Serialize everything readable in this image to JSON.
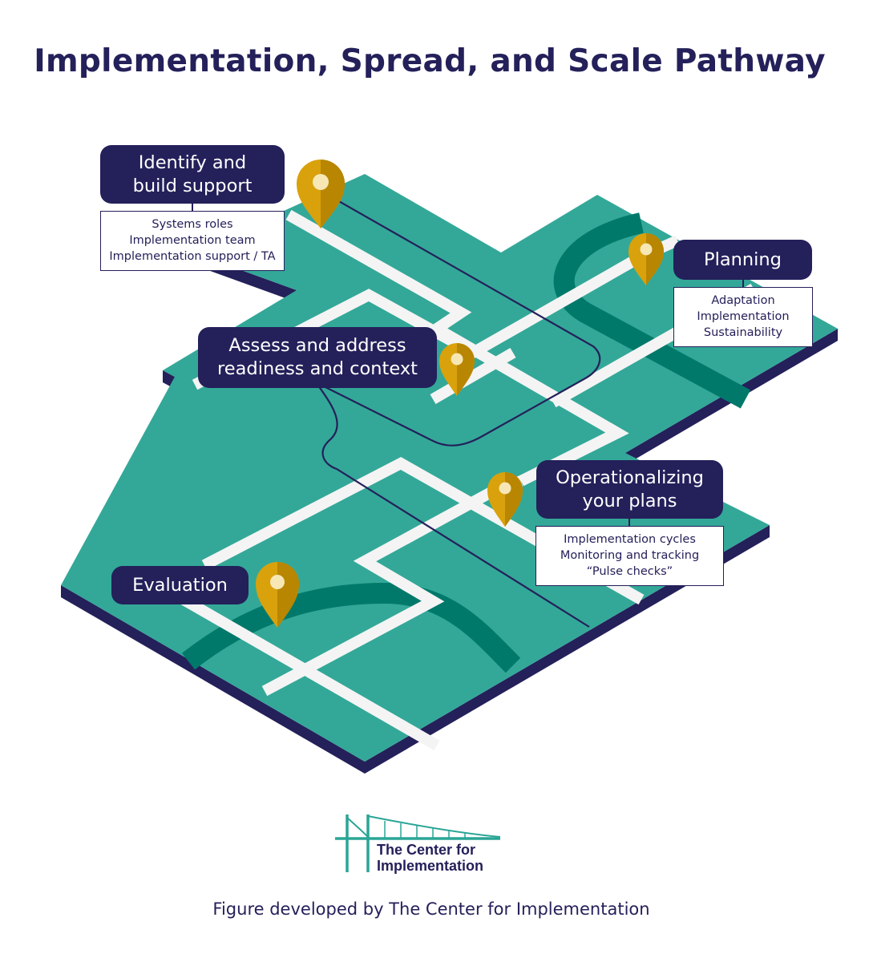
{
  "title": "Implementation, Spread, and Scale Pathway",
  "stages": {
    "identify": {
      "label_lines": [
        "Identify and",
        "build support"
      ],
      "details": [
        "Systems roles",
        "Implementation team",
        "Implementation support / TA"
      ]
    },
    "planning": {
      "label_lines": [
        "Planning"
      ],
      "details": [
        "Adaptation",
        "Implementation",
        "Sustainability"
      ]
    },
    "assess": {
      "label_lines": [
        "Assess and address",
        "readiness and context"
      ]
    },
    "operationalizing": {
      "label_lines": [
        "Operationalizing",
        "your plans"
      ],
      "details": [
        "Implementation cycles",
        "Monitoring and tracking",
        "“Pulse checks”"
      ]
    },
    "evaluation": {
      "label_lines": [
        "Evaluation"
      ]
    }
  },
  "logo": {
    "line1": "The Center for",
    "line2": "Implementation"
  },
  "caption": "Figure developed by The Center for Implementation",
  "colors": {
    "navy": "#24205a",
    "teal": "#33a898",
    "dark_teal": "#00796b",
    "gold": "#d9a10b",
    "road": "#f4f4f4"
  },
  "icons": [
    "map-pin-icon",
    "bridge-logo-icon"
  ]
}
